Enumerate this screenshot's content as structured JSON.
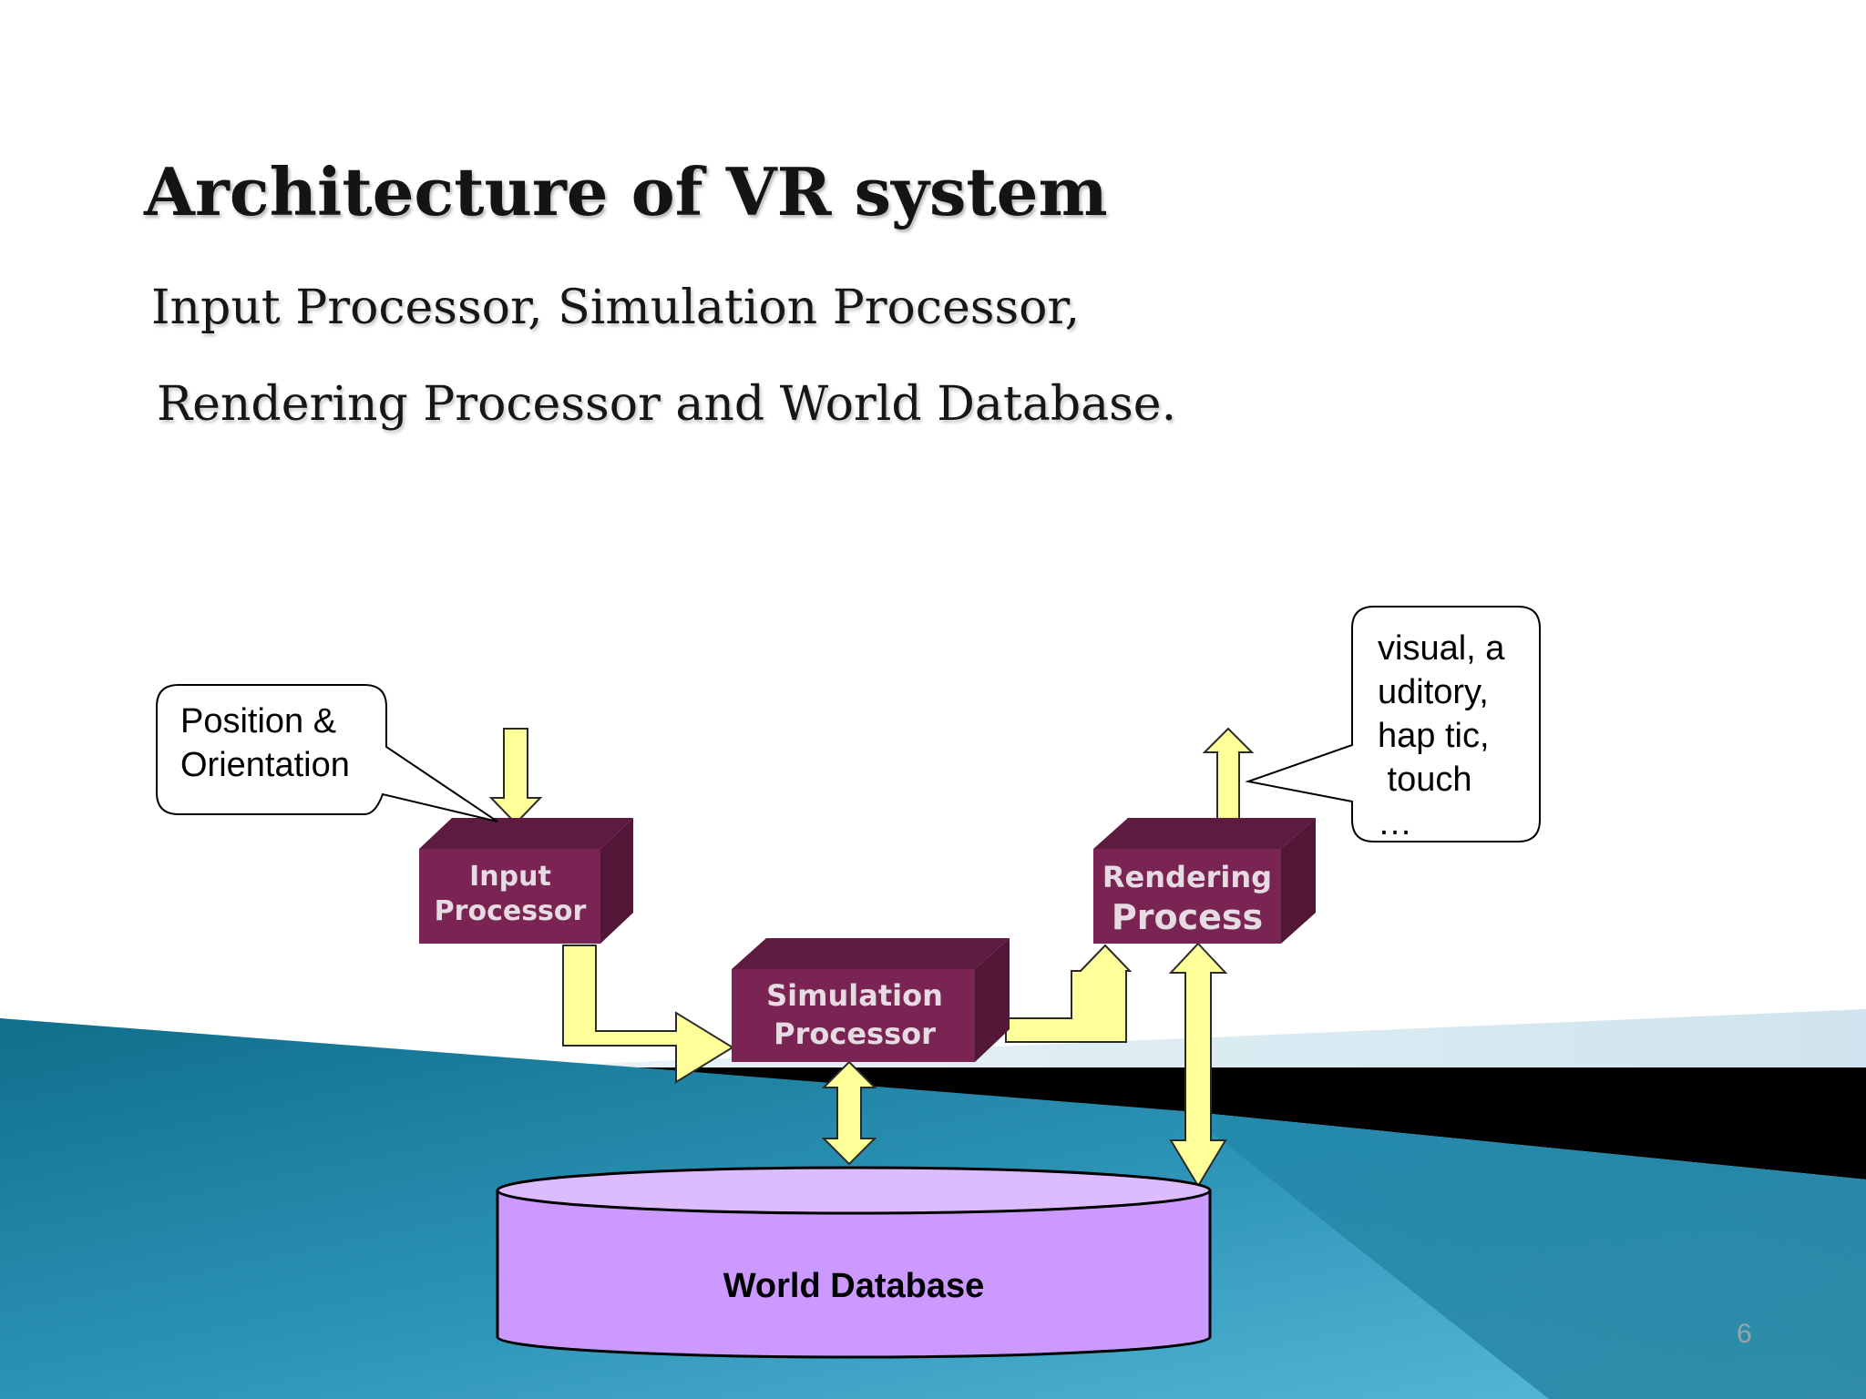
{
  "slide": {
    "title": "Architecture of VR system",
    "subtitle_line1": "Input Processor, Simulation Processor,",
    "subtitle_line2": "Rendering Processor and World Database.",
    "page_number": "6"
  },
  "diagram": {
    "boxes": {
      "input": [
        "Input",
        "Processor"
      ],
      "simulation": [
        "Simulation",
        "Processor"
      ],
      "rendering": [
        "Rendering",
        "Process"
      ]
    },
    "database_label": "World Database",
    "callout_left": "Position &\nOrientation",
    "callout_right": "visual, a\nuditory,\nhap tic,\n touch\n…"
  },
  "colors": {
    "box_front": "#7a2454",
    "box_top": "#5e1b40",
    "box_side": "#521737",
    "arrow_fill": "#ffff99",
    "database_fill": "#cc99ff",
    "database_top": "#ddbbff",
    "sea_dark": "#0f6f8c",
    "sea_light": "#4aaed0",
    "band_black": "#000000",
    "band_pale": "#d7e9f1"
  }
}
